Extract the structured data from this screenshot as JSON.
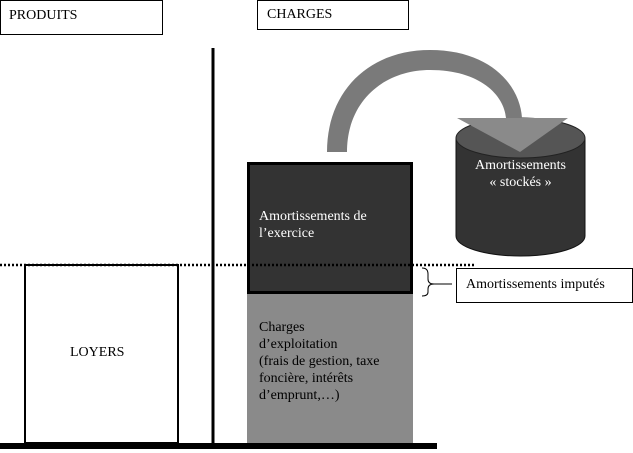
{
  "headers": {
    "produits": "PRODUITS",
    "charges": "CHARGES"
  },
  "produits": {
    "loyers": "LOYERS"
  },
  "charges": {
    "amortissements_exercice": [
      "Amortissements de",
      "l’exercice"
    ],
    "charges_exploitation": [
      "Charges",
      "d’exploitation",
      "(frais de gestion, taxe",
      "foncière, intérêts",
      "d’emprunt,…)"
    ]
  },
  "stock": {
    "label": [
      "Amortissements",
      "« stockés »"
    ]
  },
  "callout": {
    "amortissements_imputes": "Amortissements imputés"
  },
  "colors": {
    "dark_block": "#333333",
    "gray_block": "#8a8a8a",
    "arrow": "#7a7a7a"
  }
}
